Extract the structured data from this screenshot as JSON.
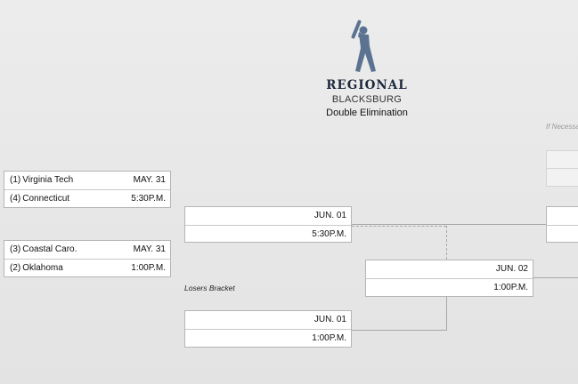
{
  "header": {
    "title": "REGIONAL",
    "location": "BLACKSBURG",
    "format": "Double Elimination",
    "if_necessary": "If Necessary"
  },
  "games": [
    {
      "team1": {
        "seed": "(1)",
        "name": "Virginia Tech"
      },
      "team2": {
        "seed": "(4)",
        "name": "Connecticut"
      },
      "date": "MAY. 31",
      "time": "5:30P.M."
    },
    {
      "team1": {
        "seed": "(3)",
        "name": "Coastal Caro."
      },
      "team2": {
        "seed": "(2)",
        "name": "Oklahoma"
      },
      "date": "MAY. 31",
      "time": "1:00P.M."
    },
    {
      "date": "JUN. 01",
      "time": "5:30P.M."
    },
    {
      "date": "JUN. 01",
      "time": "1:00P.M."
    },
    {
      "date": "JUN. 02",
      "time": "1:00P.M."
    }
  ],
  "losers_label": "Losers Bracket",
  "colors": {
    "logo": "#5b7391",
    "title": "#1d2a3d"
  }
}
